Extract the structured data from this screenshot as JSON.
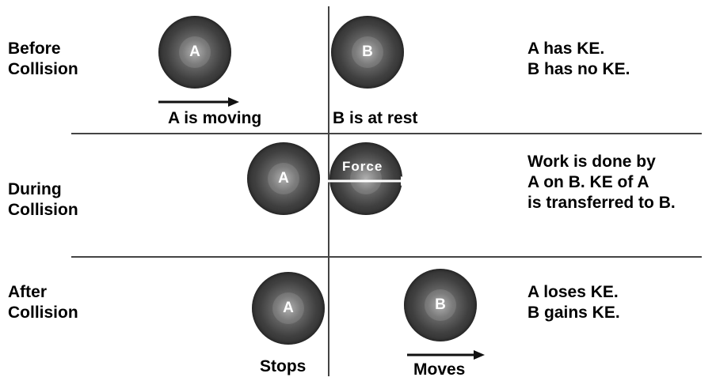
{
  "rows": {
    "before": {
      "label_line1": "Before",
      "label_line2": "Collision",
      "ball_a": "A",
      "ball_b": "B",
      "caption_a": "A is moving",
      "caption_b": "B is at rest",
      "desc_line1": "A has KE.",
      "desc_line2": "B has no KE."
    },
    "during": {
      "label_line1": "During",
      "label_line2": "Collision",
      "ball_a": "A",
      "force_label": "Force",
      "desc_line1": "Work is done by",
      "desc_line2": "A on B. KE of A",
      "desc_line3": "is transferred to B."
    },
    "after": {
      "label_line1": "After",
      "label_line2": "Collision",
      "ball_a": "A",
      "ball_b": "B",
      "caption_a": "Stops",
      "caption_b": "Moves",
      "desc_line1": "A loses KE.",
      "desc_line2": "B gains KE."
    }
  }
}
